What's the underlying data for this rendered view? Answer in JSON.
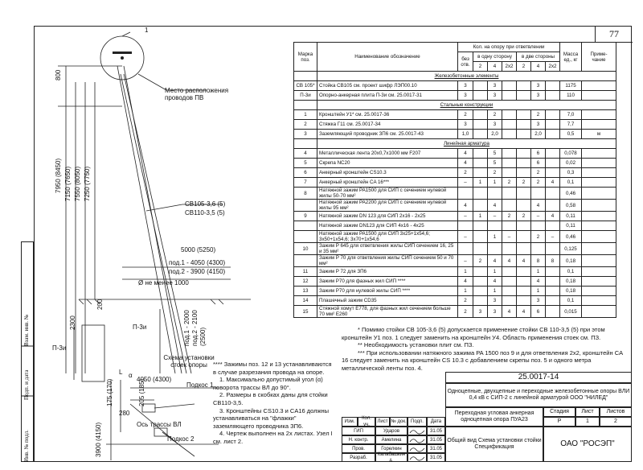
{
  "page_number": "77",
  "binding": {
    "inv_orig": "Инв. № подл.",
    "sign_date": "Подп. и дата",
    "inv_dup": "Взам. инв. №"
  },
  "drawing": {
    "callout_1": "1",
    "wire_place": "Место расположения проводов ПВ",
    "dim_800": "800",
    "dim_7950": "7950 (8450)",
    "dim_7150": "7150 (7650)",
    "dim_7550": "7550 (8050)",
    "dim_7250": "7250 (7750)",
    "pole_1": "СВ105-3,6 (5)",
    "pole_2": "СВ110-3,5 (5)",
    "dim_5000": "5000 (5250)",
    "under_1": "под.1 - 4050 (4300)",
    "under_2": "под.2 - 3900 (4150)",
    "min_dia": "Ø не менее 1000",
    "dim_200": "200",
    "dim_2300": "2300",
    "p3i_1": "П-3и",
    "p3i_2": "П-3и",
    "sub1_2000": "под.1 - 2000",
    "sub2_2100": "под.2 - 2100",
    "dim_2500": "(2500)",
    "scheme_title": "Схема установки стоек опоры",
    "dim_4050": "4050 (4300)",
    "dim_175": "175 (170)",
    "dim_205": "205 (185)",
    "dim_280": "280",
    "dim_3900": "3900 (4150)",
    "alpha": "α",
    "l_mark": "L",
    "sub_1": "Подкос 1",
    "sub_2": "Подкос 2",
    "axis_vl": "Ось трассы ВЛ"
  },
  "table": {
    "h_mark": "Марка поз.",
    "h_name": "Наименование обозначение",
    "h_count": "Кол. на опору при ответвлении",
    "h_none": "без отв.",
    "h_one": "в одну сторону",
    "h_two": "в две стороны",
    "h_mass": "Масса ед., кг",
    "h_note": "Приме-чание",
    "sub": [
      "2",
      "4",
      "2x2",
      "2",
      "4",
      "2x2"
    ],
    "sections": {
      "s1": "Железобетонные элементы",
      "s2": "Стальные конструкции",
      "s3": "Линейная арматура"
    },
    "rows": [
      {
        "mark": "СВ 105*",
        "name": "Стойка СВ105 см. проект шифр ЛЭП00.10",
        "v": [
          "3",
          "",
          "3",
          "",
          "",
          "3",
          ""
        ],
        "mass": "1175",
        "note": ""
      },
      {
        "mark": "П-3и",
        "name": "Опорно-анкерная плита П-3и см. 25.0017-31",
        "v": [
          "3",
          "",
          "3",
          "",
          "",
          "3",
          ""
        ],
        "mass": "110",
        "note": ""
      },
      {
        "mark": "1",
        "name": "Кронштейн У1* см. 25.0017-36",
        "v": [
          "2",
          "",
          "2",
          "",
          "",
          "2",
          ""
        ],
        "mass": "7,0",
        "note": ""
      },
      {
        "mark": "2",
        "name": "Стяжка Г11 см. 25.0017-34",
        "v": [
          "3",
          "",
          "3",
          "",
          "",
          "3",
          ""
        ],
        "mass": "7,7",
        "note": ""
      },
      {
        "mark": "3",
        "name": "Заземляющий проводник ЗП6 см. 25.0017-43",
        "v": [
          "1,0",
          "",
          "2,0",
          "",
          "",
          "2,0",
          ""
        ],
        "mass": "0,5",
        "note": "м"
      },
      {
        "mark": "4",
        "name": "Металлическая лента 20х0,7х1000 мм F207",
        "v": [
          "4",
          "",
          "5",
          "",
          "",
          "6",
          ""
        ],
        "mass": "0,078",
        "note": ""
      },
      {
        "mark": "5",
        "name": "Скрепа NC20",
        "v": [
          "4",
          "",
          "5",
          "",
          "",
          "6",
          ""
        ],
        "mass": "0,02",
        "note": ""
      },
      {
        "mark": "6",
        "name": "Анкерный кронштейн CS10.3",
        "v": [
          "2",
          "",
          "2",
          "",
          "",
          "2",
          ""
        ],
        "mass": "0,3",
        "note": ""
      },
      {
        "mark": "7",
        "name": "Анкерный кронштейн CA 16***",
        "v": [
          "–",
          "1",
          "1",
          "2",
          "2",
          "2",
          "4"
        ],
        "mass": "0,1",
        "note": ""
      },
      {
        "mark": "8",
        "name": "Натяжной зажим PA1500 для СИП с сечением нулевой жилы 50-70 мм²",
        "v": [
          "",
          "",
          "",
          "",
          "",
          "",
          ""
        ],
        "mass": "0,46",
        "note": ""
      },
      {
        "mark": "",
        "name": "Натяжной зажим PA2200 для СИП с сечением нулевой жилы 95 мм²",
        "v": [
          "4",
          "",
          "4",
          "",
          "",
          "4",
          ""
        ],
        "mass": "0,58",
        "note": ""
      },
      {
        "mark": "9",
        "name": "Натяжной зажим DN 123 для СИП 2х16 - 2х25",
        "v": [
          "–",
          "1",
          "–",
          "2",
          "2",
          "–",
          "4"
        ],
        "mass": "0,11",
        "note": ""
      },
      {
        "mark": "",
        "name": "Натяжной зажим DN123 для СИП 4х16 - 4х25",
        "v": [
          "",
          "",
          "",
          "",
          "",
          "",
          ""
        ],
        "mass": "0,11",
        "note": ""
      },
      {
        "mark": "",
        "name": "Натяжной зажим PA1500 для СИП 3х25+1х54,6; 3х50+1х54,6; 3х70+1х54,6",
        "v": [
          "–",
          "",
          "1",
          "–",
          "",
          "2",
          "–"
        ],
        "mass": "0,46",
        "note": ""
      },
      {
        "mark": "10",
        "name": "Зажим P 645 для ответвления жилы СИП сечением 16, 25 и 35 мм²",
        "v": [
          "",
          "",
          "",
          "",
          "",
          "",
          ""
        ],
        "mass": "0,125",
        "note": ""
      },
      {
        "mark": "",
        "name": "Зажим P 70 для ответвления жилы СИП сечением 50 и 70 мм²",
        "v": [
          "–",
          "2",
          "4",
          "4",
          "4",
          "8",
          "8"
        ],
        "mass": "0,18",
        "note": ""
      },
      {
        "mark": "11",
        "name": "Зажим P 72 для ЗП6",
        "v": [
          "1",
          "",
          "1",
          "",
          "",
          "1",
          ""
        ],
        "mass": "0,1",
        "note": ""
      },
      {
        "mark": "12",
        "name": "Зажим P70 для фазных жил СИП ****",
        "v": [
          "4",
          "",
          "4",
          "",
          "",
          "4",
          ""
        ],
        "mass": "0,18",
        "note": ""
      },
      {
        "mark": "13",
        "name": "Зажим P70 для нулевой жилы СИП ****",
        "v": [
          "1",
          "",
          "1",
          "",
          "",
          "1",
          ""
        ],
        "mass": "0,18",
        "note": ""
      },
      {
        "mark": "14",
        "name": "Плашечный зажим CD35",
        "v": [
          "2",
          "",
          "3",
          "",
          "",
          "3",
          ""
        ],
        "mass": "0,1",
        "note": ""
      },
      {
        "mark": "15",
        "name": "Стяжной хомут E778, для фазных жил сечением больше 70 мм² E260",
        "v": [
          "2",
          "3",
          "3",
          "4",
          "4",
          "6",
          ""
        ],
        "mass": "0,015",
        "note": ""
      }
    ]
  },
  "notes": {
    "n1": "* Помимо стойки СВ 105-3,6 (5) допускается применение стойки СВ 110-3,5 (5) при этом кронштейн У1 поз. 1 следует заменить на кронштейн У4. Область применения стоек см. ПЗ.",
    "n2": "** Необходимость установки плит см. ПЗ.",
    "n3": "*** При использовании натяжного зажима PA 1500 поз 9 и для ответвления 2х2, кронштейн CA 16 следует заменить на кронштейн CS 10.3 с добавлением скрепы поз. 5 и одного метра металлической ленты поз. 4."
  },
  "notes2": {
    "n0": "**** Зажимы поз. 12 и 13 устанавливаются в случае разрезания провода на опоре.",
    "n1": "1. Максимально допустимый угол (α) поворота трассы ВЛ до 90°.",
    "n2": "2. Размеры в скобках даны для стойки СВ110-3,5.",
    "n3": "3. Кронштейны CS10.3 и CA16 должны устанавливаться на \"флажки\" заземляющего проводника ЗП6.",
    "n4": "4. Чертеж выполнен на 2х листах. Узел I см. лист 2."
  },
  "stamp": {
    "code": "25.0017-14",
    "title": "Одноцепные, двухцепные и переходные железобетонные опоры ВЛИ 0,4 кВ с СИП-2 с линейной арматурой ООО \"НИЛЕД\"",
    "subject": "Переходная угловая анкерная одноцепная опора ПУА23",
    "sheet_title": "Общий вид Схема установки стойки Спецификация",
    "org": "ОАО \"РОСЭП\"",
    "stage_h": "Стадия",
    "sheet_h": "Лист",
    "sheets_h": "Листов",
    "stage": "Р",
    "sheet": "1",
    "sheets": "2",
    "cols": [
      "Изм.",
      "Кол. уч.",
      "Лист",
      "№ док.",
      "Подп.",
      "Дата"
    ],
    "people": [
      {
        "role": "ГИП",
        "name": "Ударов",
        "date": "31.05"
      },
      {
        "role": "Н. контр.",
        "name": "Амелина",
        "date": "31.05"
      },
      {
        "role": "Пров.",
        "name": "Горелкин",
        "date": "31.05"
      },
      {
        "role": "Разраб.",
        "name": "Калабашкин А.",
        "date": "31.05"
      }
    ]
  }
}
